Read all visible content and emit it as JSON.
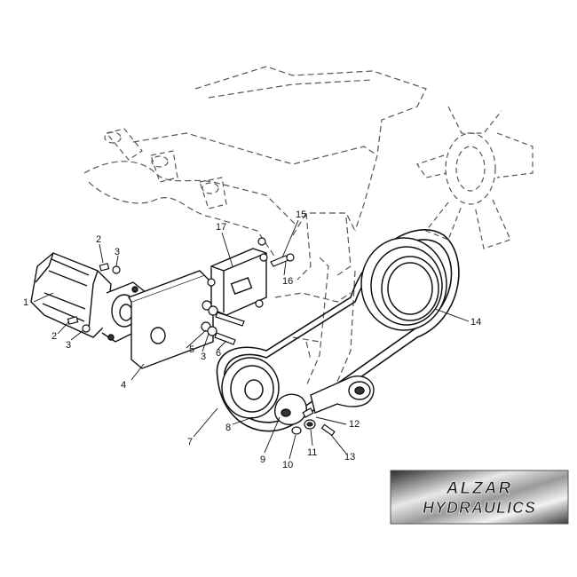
{
  "diagram": {
    "labels": {
      "p1": "1",
      "p2a": "2",
      "p3a": "3",
      "p2b": "2",
      "p3b": "3",
      "p4": "4",
      "p5": "5",
      "p3c": "3",
      "p6": "6",
      "p7": "7",
      "p8": "8",
      "p9": "9",
      "p10": "10",
      "p11": "11",
      "p12": "12",
      "p13": "13",
      "p14": "14",
      "p15": "15",
      "p16": "16",
      "p17": "17"
    }
  },
  "logo": {
    "line1": "ALZAR",
    "line2": "HYDRAULICS",
    "colors": {
      "bg_dark": "#3a3a3a",
      "bg_light": "#d0d0d0",
      "text": "#1a1a1a",
      "text_outline": "#f0f0f0"
    }
  }
}
